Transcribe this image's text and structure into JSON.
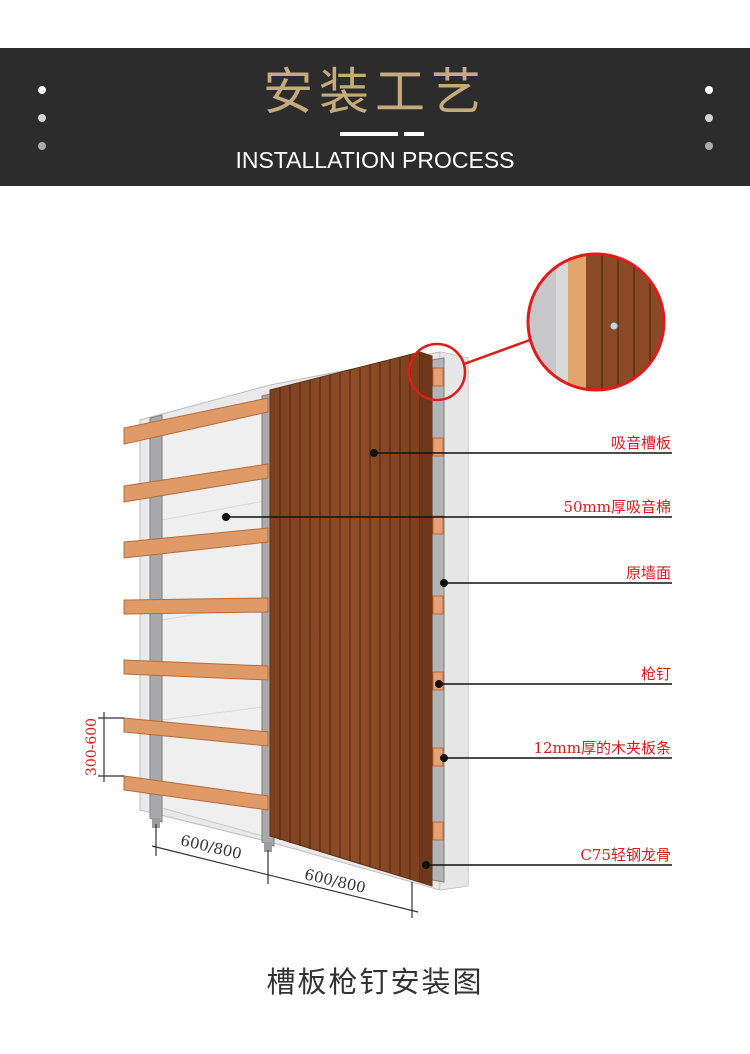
{
  "header": {
    "title": "安装工艺",
    "subtitle": "INSTALLATION PROCESS"
  },
  "labels": {
    "panel": "吸音槽板",
    "cotton": "50mm厚吸音棉",
    "wall": "原墙面",
    "nail": "枪钉",
    "batten": "12mm厚的木夹板条",
    "keel": "C75轻钢龙骨"
  },
  "dimensions": {
    "spacing_vertical": "300-600",
    "spacing_horizontal_1": "600/800",
    "spacing_horizontal_2": "600/800"
  },
  "caption": "槽板枪钉安装图",
  "colors": {
    "banner_bg": "#2d2c2c",
    "title_gold": "#c5ab7c",
    "label_red": "#d81c1c",
    "wood": "#8b4a24",
    "batten": "#e19a66"
  }
}
